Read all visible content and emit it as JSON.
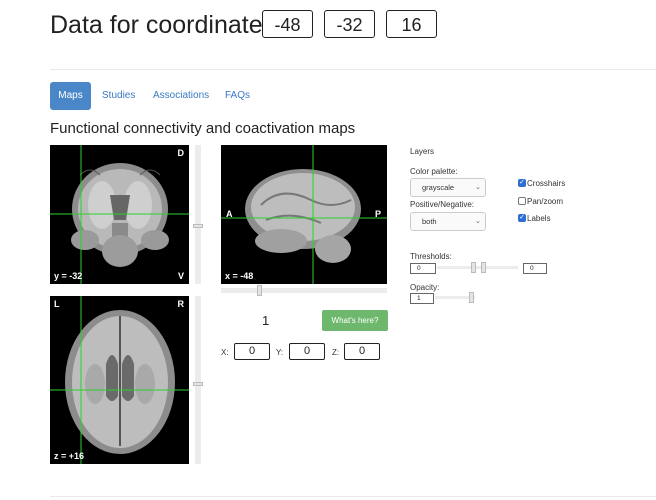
{
  "header": {
    "title": "Data for coordinates:",
    "coords": [
      "-48",
      "-32",
      "16"
    ]
  },
  "tabs": [
    {
      "label": "Maps",
      "active": true
    },
    {
      "label": "Studies",
      "active": false
    },
    {
      "label": "Associations",
      "active": false
    },
    {
      "label": "FAQs",
      "active": false
    }
  ],
  "section_title": "Functional connectivity and coactivation maps",
  "viewer": {
    "coronal": {
      "top_right": "D",
      "bottom_left": "y = -32",
      "bottom_right": "V"
    },
    "sagittal": {
      "left": "A",
      "right": "P",
      "bottom_left": "x = -48"
    },
    "axial": {
      "top_left": "L",
      "top_right": "R",
      "bottom_left": "z = +16"
    },
    "counter": "1",
    "whats_here_label": "What's here?",
    "xyz": {
      "x_label": "X:",
      "x_value": "0",
      "y_label": "Y:",
      "y_value": "0",
      "z_label": "Z:",
      "z_value": "0"
    }
  },
  "layers": {
    "heading": "Layers",
    "color_palette_label": "Color palette:",
    "color_palette_value": "grayscale",
    "sign_label": "Positive/Negative:",
    "sign_value": "both",
    "checkboxes": [
      {
        "label": "Crosshairs",
        "checked": true
      },
      {
        "label": "Pan/zoom",
        "checked": false
      },
      {
        "label": "Labels",
        "checked": true
      }
    ],
    "thresholds_label": "Thresholds:",
    "threshold_min": "0",
    "threshold_max": "0",
    "opacity_label": "Opacity:",
    "opacity_value": "1"
  },
  "colors": {
    "tab_active_bg": "#4a87c9",
    "link": "#3a78c3",
    "button_green": "#6db86c",
    "crosshair": "#2bd12b",
    "panel_bg": "#000000"
  }
}
